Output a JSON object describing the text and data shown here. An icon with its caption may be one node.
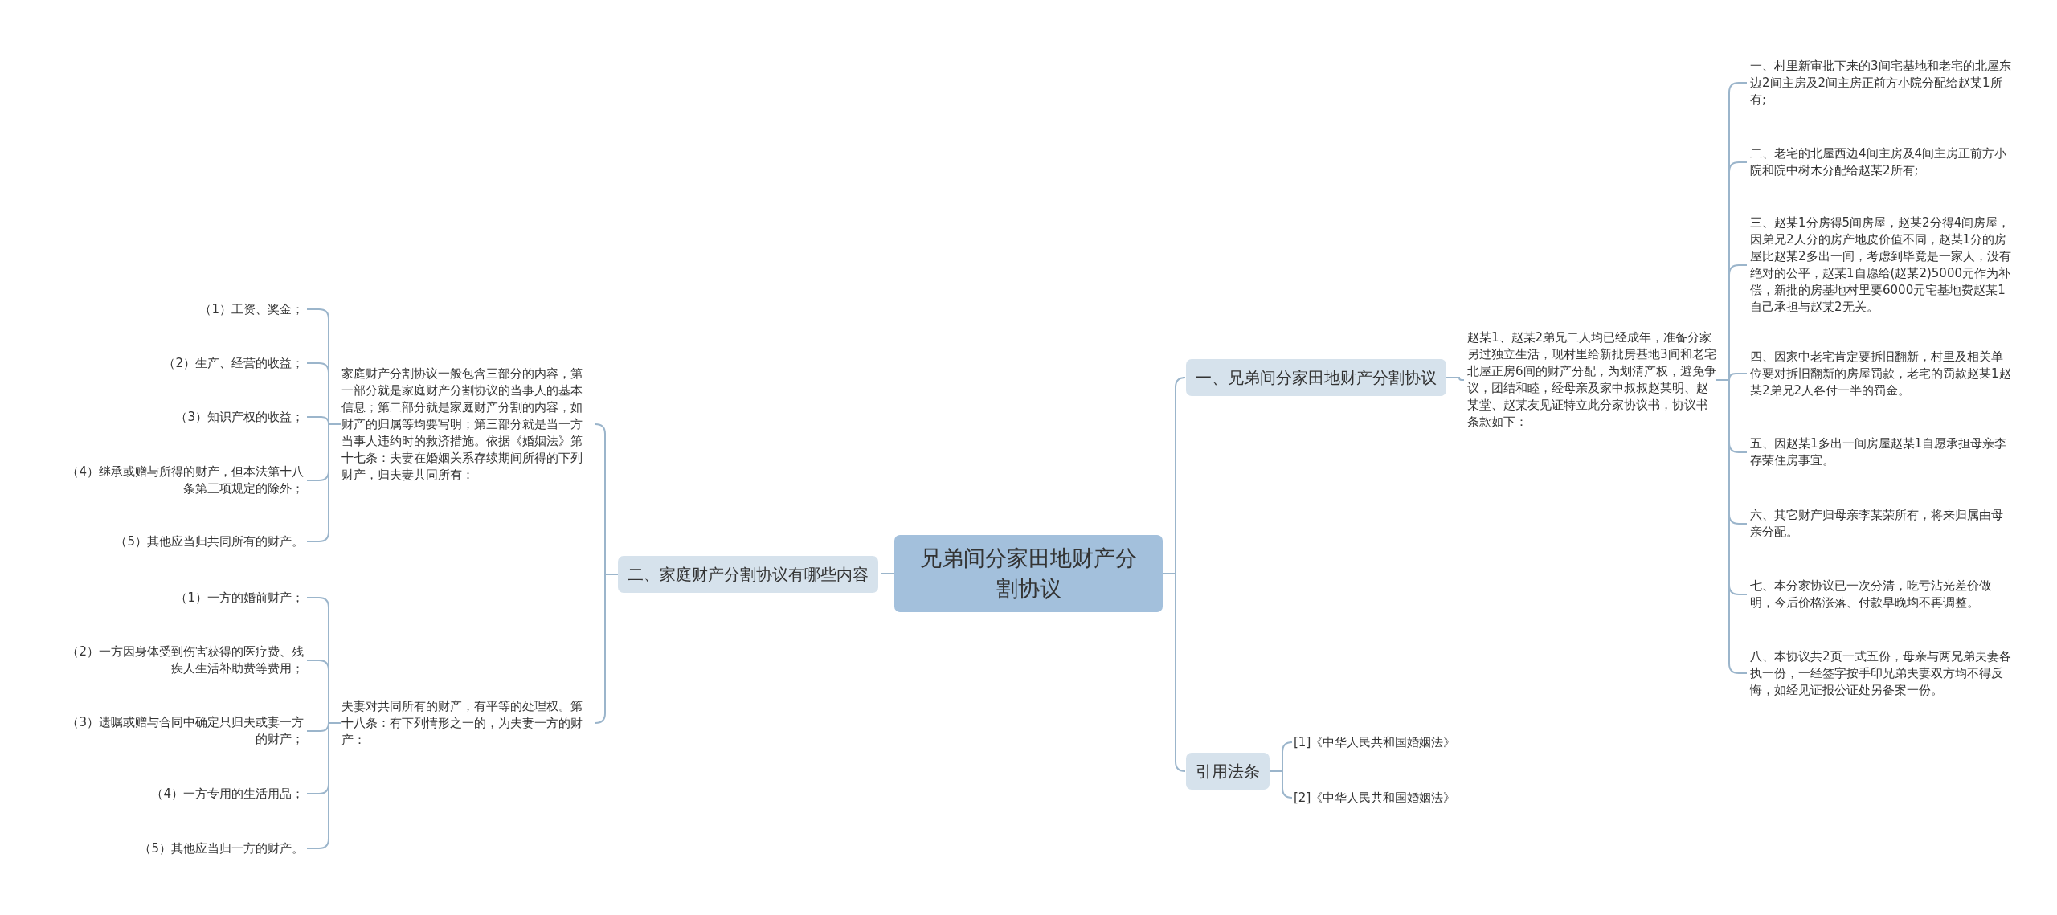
{
  "diagram": {
    "nodes": [
      {
        "text": [
          "兄弟间分家田地财产分割协议"
        ]
      },
      {
        "text": [
          "一、兄弟间分家田地财产分割协议"
        ]
      },
      {
        "text": [
          "二、家庭财产分割协议有哪些内容"
        ]
      },
      {
        "text": [
          "引用法条"
        ]
      },
      {
        "text": [
          "赵某1、赵某2弟兄二人均已经成年，准备分家另过独立生活，现村里给新批房基地3间和老宅北屋正房6间的财产分配，为划清产权，避免争议，团结和睦，经母亲及家中叔叔赵某明、赵某堂、赵某友见证特立此分家协议书，协议书条款如下："
        ]
      },
      {
        "text": [
          "一、村里新审批下来的3间宅基地和老宅的北屋东边2间主房及2间主房正前方小院分配给赵某1所有;"
        ]
      },
      {
        "text": [
          "二、老宅的北屋西边4间主房及4间主房正前方小院和院中树木分配给赵某2所有;"
        ]
      },
      {
        "text": [
          "三、赵某1分房得5间房屋，赵某2分得4间房屋，因弟兄2人分的房产地皮价值不同，赵某1分的房屋比赵某2多出一间，考虑到毕竟是一家人，没有绝对的公平，赵某1自愿给(赵某2)5000元作为补偿，新批的房基地村里要6000元宅基地费赵某1自己承担与赵某2无关。"
        ]
      },
      {
        "text": [
          "四、因家中老宅肯定要拆旧翻新，村里及相关单位要对拆旧翻新的房屋罚款，老宅的罚款赵某1赵某2弟兄2人各付一半的罚金。"
        ]
      },
      {
        "text": [
          "五、因赵某1多出一间房屋赵某1自愿承担母亲李存荣住房事宜。"
        ]
      },
      {
        "text": [
          "六、其它财产归母亲李某荣所有，将来归属由母亲分配。"
        ]
      },
      {
        "text": [
          "七、本分家协议已一次分清，吃亏沾光差价做明，今后价格涨落、付款早晚均不再调整。"
        ]
      },
      {
        "text": [
          "八、本协议共2页一式五份，母亲与两兄弟夫妻各执一份，一经签字按手印兄弟夫妻双方均不得反悔，如经见证报公证处另备案一份。"
        ]
      },
      {
        "text": [
          "[1]《中华人民共和国婚姻法》"
        ]
      },
      {
        "text": [
          "[2]《中华人民共和国婚姻法》"
        ]
      },
      {
        "text": [
          "家庭财产分割协议一般包含三部分的内容，第一部分就是家庭财产分割协议的当事人的基本信息；第二部分就是家庭财产分割的内容，如财产的归属等均要写明；第三部分就是当一方当事人违约时的救济措施。依据《婚姻法》第十七条：夫妻在婚姻关系存续期间所得的下列财产，归夫妻共同所有："
        ]
      },
      {
        "text": [
          "（1）工资、奖金；"
        ]
      },
      {
        "text": [
          "（2）生产、经营的收益；"
        ]
      },
      {
        "text": [
          "（3）知识产权的收益；"
        ]
      },
      {
        "text": [
          "（4）继承或赠与所得的财产，但本法第十八条第三项规定的除外；"
        ]
      },
      {
        "text": [
          "（5）其他应当归共同所有的财产。"
        ]
      },
      {
        "text": [
          "夫妻对共同所有的财产，有平等的处理权。第十八条：有下列情形之一的，为夫妻一方的财产："
        ]
      },
      {
        "text": [
          "（1）一方的婚前财产；"
        ]
      },
      {
        "text": [
          "（2）一方因身体受到伤害获得的医疗费、残疾人生活补助费等费用；"
        ]
      },
      {
        "text": [
          "（3）遗嘱或赠与合同中确定只归夫或妻一方的财产；"
        ]
      },
      {
        "text": [
          "（4）一方专用的生活用品；"
        ]
      },
      {
        "text": [
          "（5）其他应当归一方的财产。"
        ]
      }
    ],
    "edges": [
      {
        "from": 0,
        "to": 1,
        "arrow": "none"
      },
      {
        "from": 0,
        "to": 2,
        "arrow": "none"
      },
      {
        "from": 0,
        "to": 3,
        "arrow": "none"
      },
      {
        "from": 1,
        "to": 4,
        "arrow": "none"
      },
      {
        "from": 4,
        "to": 5,
        "arrow": "none"
      },
      {
        "from": 4,
        "to": 6,
        "arrow": "none"
      },
      {
        "from": 4,
        "to": 7,
        "arrow": "none"
      },
      {
        "from": 4,
        "to": 8,
        "arrow": "none"
      },
      {
        "from": 4,
        "to": 9,
        "arrow": "none"
      },
      {
        "from": 4,
        "to": 10,
        "arrow": "none"
      },
      {
        "from": 4,
        "to": 11,
        "arrow": "none"
      },
      {
        "from": 4,
        "to": 12,
        "arrow": "none"
      },
      {
        "from": 3,
        "to": 13,
        "arrow": "none"
      },
      {
        "from": 3,
        "to": 14,
        "arrow": "none"
      },
      {
        "from": 2,
        "to": 15,
        "arrow": "none"
      },
      {
        "from": 2,
        "to": 21,
        "arrow": "none"
      },
      {
        "from": 15,
        "to": 16,
        "arrow": "none"
      },
      {
        "from": 15,
        "to": 17,
        "arrow": "none"
      },
      {
        "from": 15,
        "to": 18,
        "arrow": "none"
      },
      {
        "from": 15,
        "to": 19,
        "arrow": "none"
      },
      {
        "from": 15,
        "to": 20,
        "arrow": "none"
      },
      {
        "from": 21,
        "to": 22,
        "arrow": "none"
      },
      {
        "from": 21,
        "to": 23,
        "arrow": "none"
      },
      {
        "from": 21,
        "to": 24,
        "arrow": "none"
      },
      {
        "from": 21,
        "to": 25,
        "arrow": "none"
      },
      {
        "from": 21,
        "to": 26,
        "arrow": "none"
      }
    ]
  }
}
